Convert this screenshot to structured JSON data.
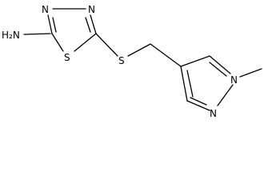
{
  "molecule": {
    "atom_labels": {
      "nh2": "H₂N",
      "thiadiazole_n3": "N",
      "thiadiazole_n4": "N",
      "thiadiazole_s1": "S",
      "thioether_s": "S",
      "pyrazole_n1": "N",
      "pyrazole_n2": "N"
    },
    "methyl_line": "—"
  },
  "colors": {
    "bond": "#000000",
    "text": "#000000",
    "background": "#ffffff"
  }
}
